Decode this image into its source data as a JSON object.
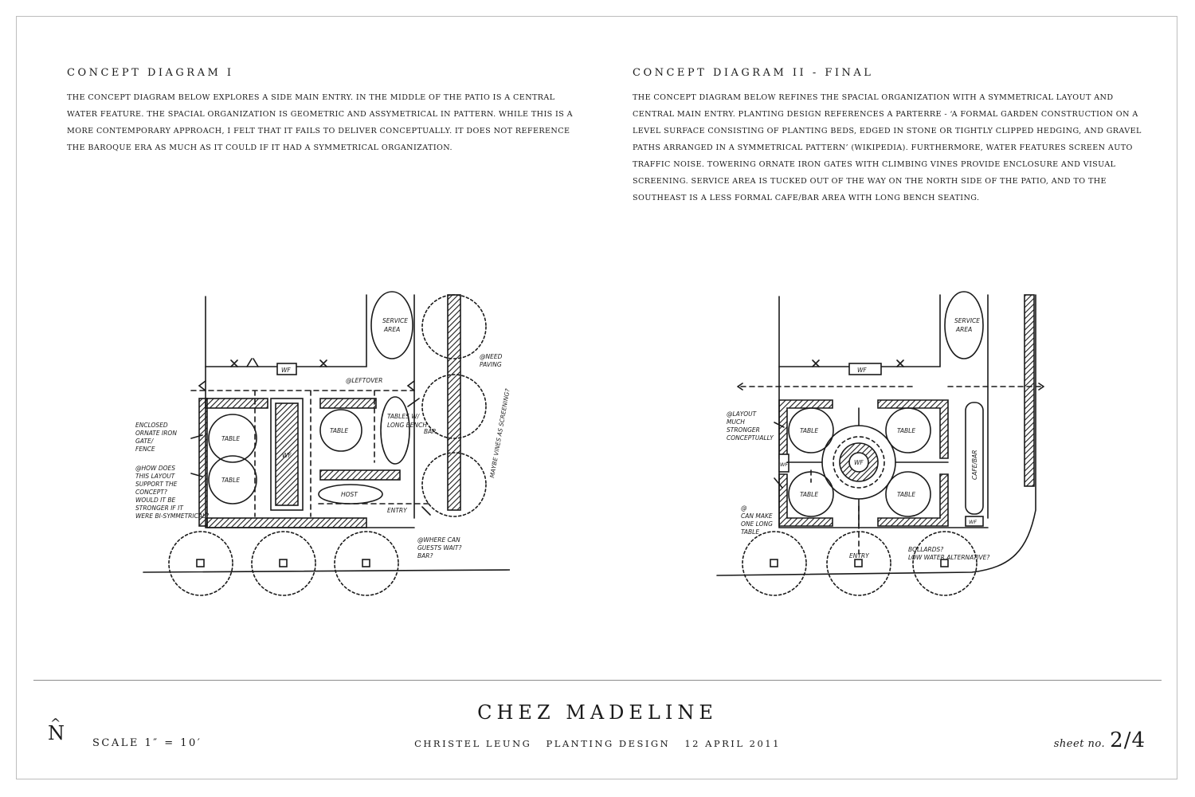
{
  "left": {
    "title": "Concept Diagram I",
    "body": "The concept diagram below explores a side main entry. In the middle of the patio is a central water feature. The spacial organization is geometric and assymetrical in pattern. While this is a more contemporary approach, I felt that it fails to deliver conceptually. It does not reference the baroque era as much as it could if it had a symmetrical organization.",
    "labels": {
      "service": [
        "SERVICE",
        "AREA"
      ],
      "wf_top": "WF",
      "wf_center": "WF",
      "table1": "TABLE",
      "table2": "TABLE",
      "table3": "TABLE",
      "host": "HOST",
      "bar": "BAR",
      "long_bench": [
        "TABLES W/",
        "LONG BENCH"
      ],
      "leftover": "@LEFTOVER",
      "entry": "ENTRY",
      "note_gates": [
        "ENCLOSED",
        "ORNATE IRON",
        "GATE/",
        "FENCE"
      ],
      "note_layout": [
        "@HOW DOES",
        "THIS LAYOUT",
        "SUPPORT THE",
        "CONCEPT?",
        "WOULD IT BE",
        "STRONGER IF IT",
        "WERE BI-SYMMETRICAL?"
      ],
      "note_paving": [
        "@NEED",
        "PAVING"
      ],
      "note_vines": "MAYBE VINES AS SCREENING?",
      "note_where": [
        "@WHERE CAN",
        "GUESTS WAIT?",
        "BAR?"
      ]
    }
  },
  "right": {
    "title": "Concept Diagram II - Final",
    "body": "The concept diagram below refines the spacial organization with a symmetrical layout and central main entry. Planting design references a parterre - ‘a formal garden construction on a level surface consisting of planting beds, edged in stone or tightly clipped hedging, and gravel paths arranged in a symmetrical pattern’ (Wikipedia). Furthermore, water features screen auto traffic noise. Towering ornate iron gates with climbing vines provide enclosure and visual screening. Service area is tucked out of the way on the north side of the patio, and to the southeast is a less formal cafe/bar area with long bench seating.",
    "labels": {
      "service": [
        "SERVICE",
        "AREA"
      ],
      "wf_top": "WF",
      "wf_center": "WF",
      "wf_left": "WF",
      "wf_right": "WF",
      "table1": "TABLE",
      "table2": "TABLE",
      "table3": "TABLE",
      "table4": "TABLE",
      "cafe": "CAFE/BAR",
      "entry": "ENTRY",
      "note_layout": [
        "@LAYOUT",
        "MUCH",
        "STRONGER",
        "CONCEPTUALLY"
      ],
      "note_tables": [
        "@",
        "CAN MAKE",
        "ONE LONG",
        "TABLE"
      ],
      "note_bollards": [
        "BOLLARDS?",
        "LOW WATER ALTERNATIVE?"
      ]
    }
  },
  "footer": {
    "title": "CHEZ MADELINE",
    "author": "Christel Leung",
    "subject": "Planting Design",
    "date": "12 April 2011",
    "north": "N",
    "north_hat": "^",
    "scale": "Scale 1″ = 10′",
    "sheet_label": "sheet no.",
    "sheet_number": "2/4"
  },
  "colors": {
    "ink": "#1a1a1a",
    "frame": "#bdbdbd",
    "rule": "#8c8c8c"
  }
}
